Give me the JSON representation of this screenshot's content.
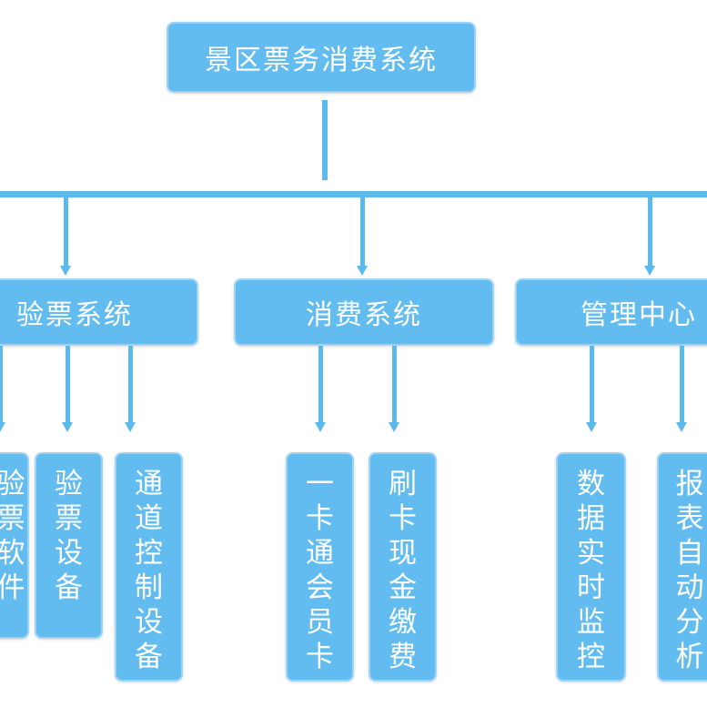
{
  "root": {
    "label": "景区票务消费系统"
  },
  "categories": [
    {
      "label": "验票系统"
    },
    {
      "label": "消费系统"
    },
    {
      "label": "管理中心"
    }
  ],
  "leaves": [
    {
      "label": "验票软件"
    },
    {
      "label": "验票设备"
    },
    {
      "label": "通道控制设备"
    },
    {
      "label": "一卡通会员卡"
    },
    {
      "label": "刷卡现金缴费"
    },
    {
      "label": "数据实时监控"
    },
    {
      "label": "报表自动分析"
    }
  ],
  "colors": {
    "box": "#62bcef",
    "line": "#5cb9ec",
    "text": "#ffffff"
  }
}
